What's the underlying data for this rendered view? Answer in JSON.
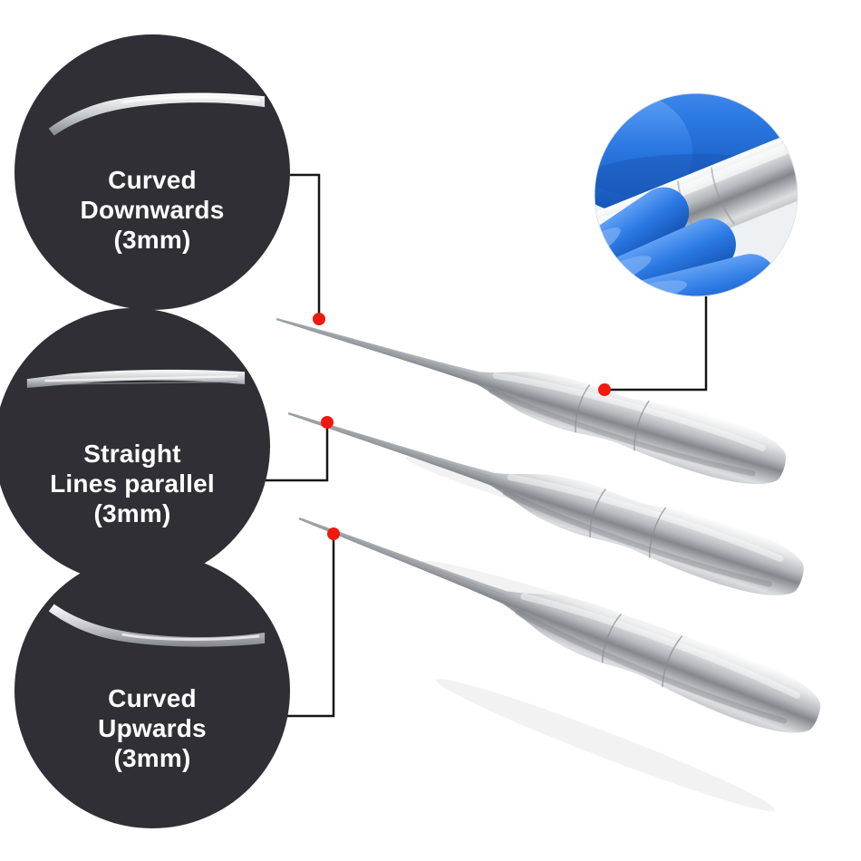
{
  "colors": {
    "background": "#ffffff",
    "circle_bg": "#2f2f35",
    "circle_text": "#ffffff",
    "connector": "#161616",
    "marker": "#ef1a0d",
    "glove_blue": "#2b79e3"
  },
  "callouts": [
    {
      "lines": [
        "Curved",
        "Downwards",
        "(3mm)"
      ]
    },
    {
      "lines": [
        "Straight",
        "Lines parallel",
        "(3mm)"
      ]
    },
    {
      "lines": [
        "Curved",
        "Upwards",
        "(3mm)"
      ]
    }
  ],
  "images": {
    "instruments": [
      "dental-elevator-top",
      "dental-elevator-middle",
      "dental-elevator-bottom"
    ],
    "tips": [
      "curved-downwards-tip",
      "straight-tip",
      "curved-upwards-tip"
    ],
    "inset": "hand-in-blue-glove-gripping-instrument-handle"
  }
}
